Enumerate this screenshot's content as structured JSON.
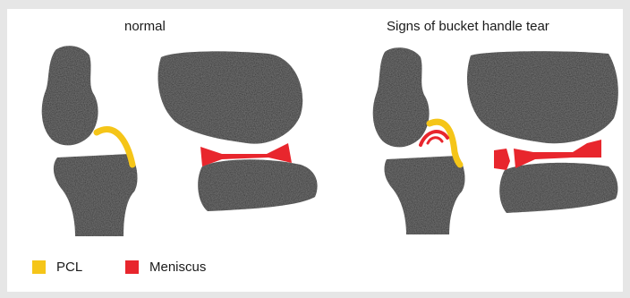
{
  "titles": {
    "normal": "normal",
    "tear": "Signs of bucket handle tear"
  },
  "legend": [
    {
      "label": "PCL",
      "color": "#f5c518"
    },
    {
      "label": "Meniscus",
      "color": "#e8262d"
    }
  ],
  "colors": {
    "bone": "#2e2e2e",
    "pcl": "#f5c518",
    "meniscus": "#e8262d",
    "background": "#ffffff",
    "border": "#e6e6e6"
  }
}
